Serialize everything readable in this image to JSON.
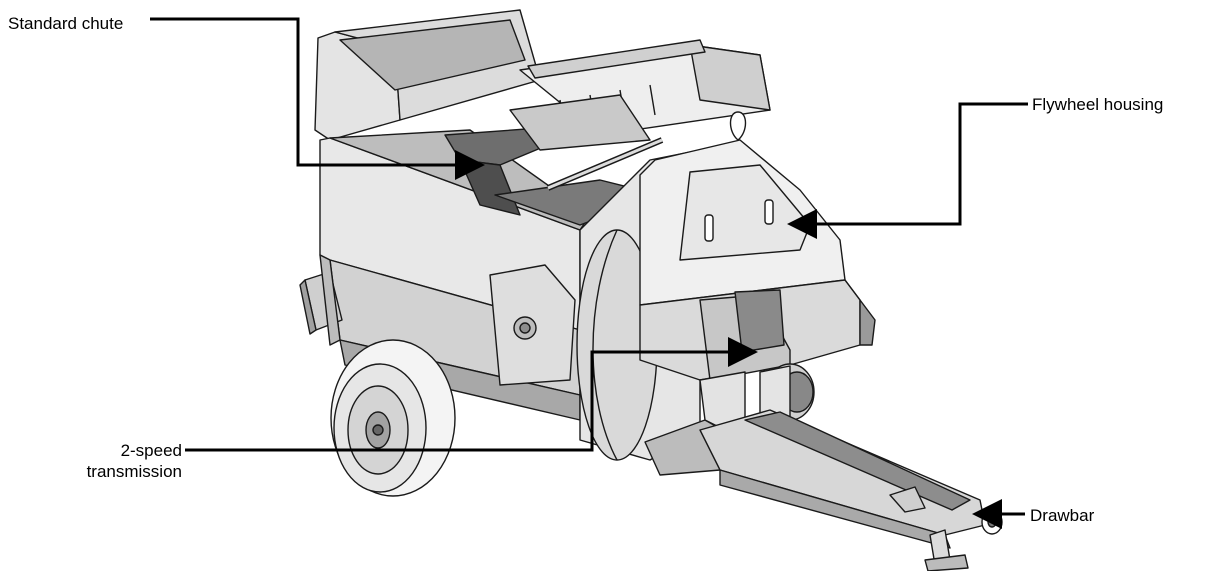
{
  "callouts": {
    "standard_chute": "Standard chute",
    "flywheel_housing": "Flywheel housing",
    "transmission_line1": "2-speed",
    "transmission_line2": "transmission",
    "drawbar": "Drawbar"
  },
  "colors": {
    "ink": "#000000",
    "panel_light": "#f0f0f0",
    "panel_mid": "#d4d4d4",
    "panel_dark": "#9a9a9a",
    "panel_shadow": "#6e6e6e",
    "tire": "#e9e9e9"
  }
}
